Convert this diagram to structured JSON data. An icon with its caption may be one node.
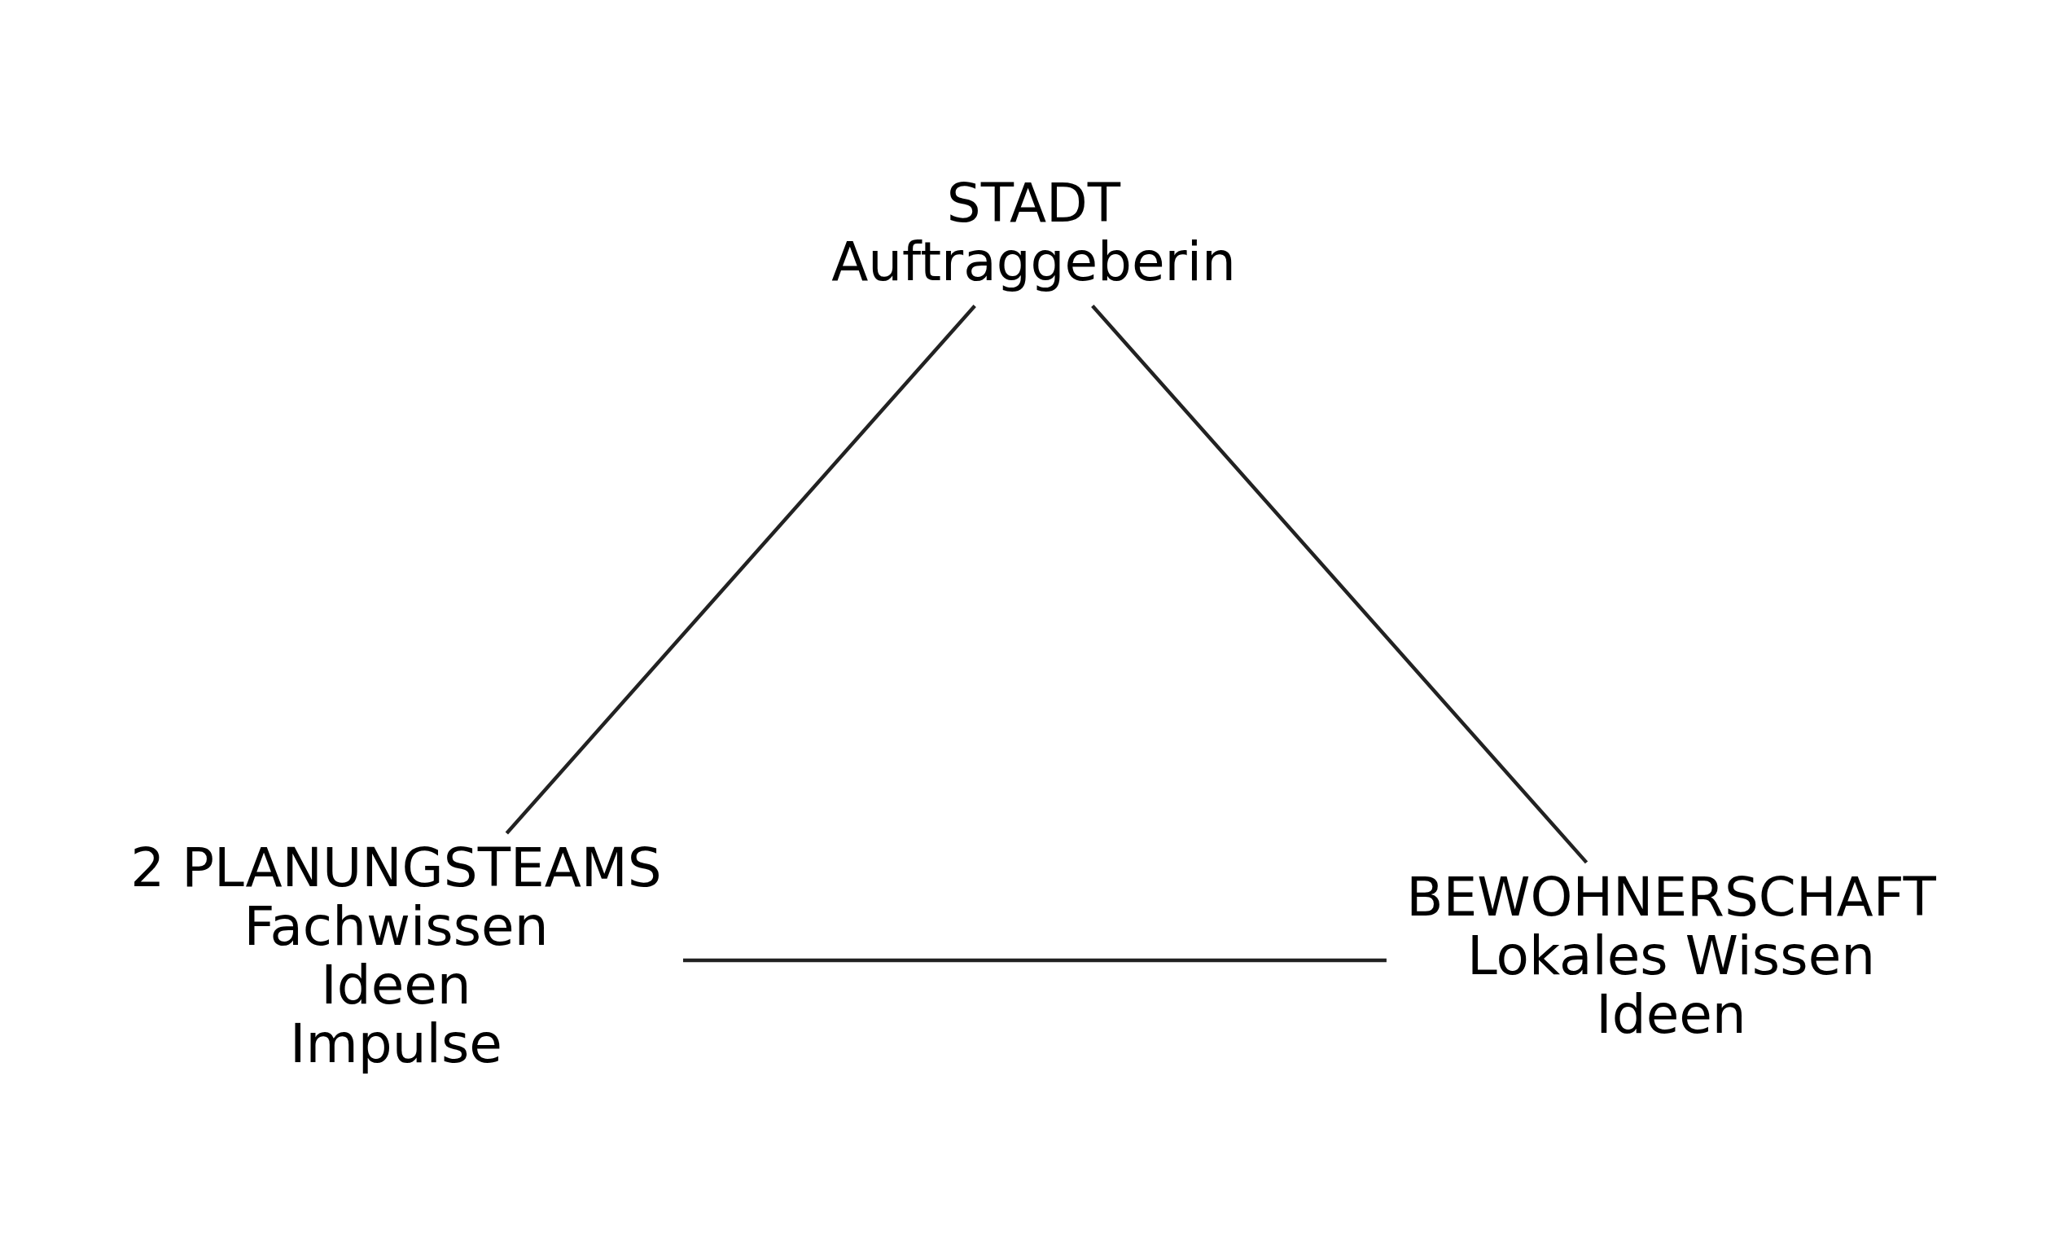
{
  "diagram": {
    "nodes": [
      {
        "text": [
          "STADT",
          "Auftraggeberin"
        ]
      },
      {
        "text": [
          "2 PLANUNGSTEAMS",
          "Fachwissen",
          "Ideen",
          "Impulse"
        ]
      },
      {
        "text": [
          "BEWOHNERSCHAFT",
          "Lokales Wissen",
          "Ideen"
        ]
      }
    ],
    "edges": [
      {
        "from": 0,
        "to": 1,
        "arrow": "none"
      },
      {
        "from": 0,
        "to": 2,
        "arrow": "none"
      },
      {
        "from": 1,
        "to": 2,
        "arrow": "none"
      }
    ]
  }
}
